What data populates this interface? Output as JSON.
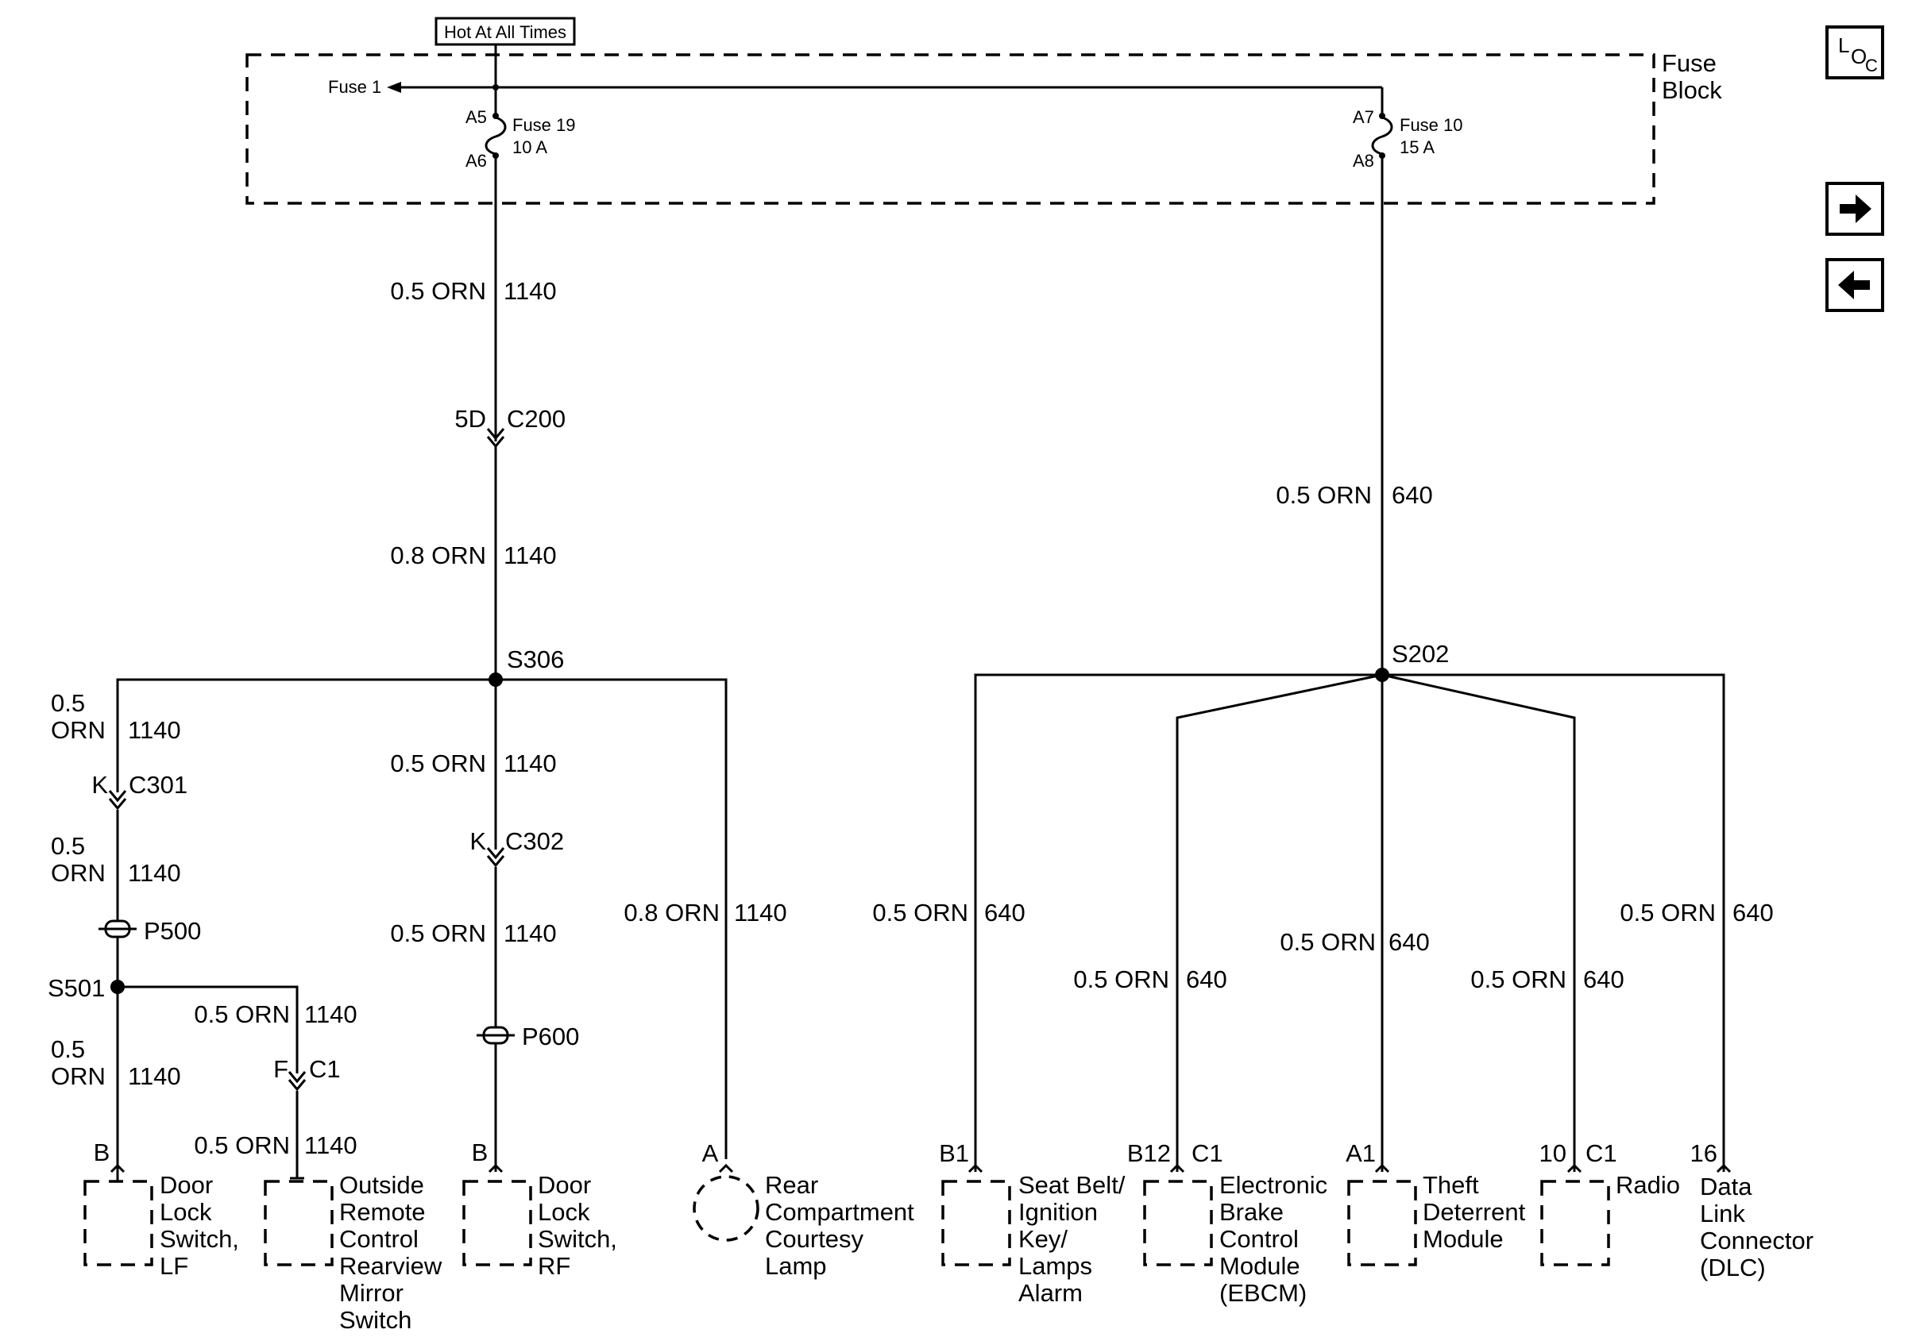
{
  "header": {
    "hot_label": "Hot At All Times"
  },
  "fuse_block": {
    "label_line1": "Fuse",
    "label_line2": "Block",
    "fuse1": "Fuse 1",
    "fuse19": {
      "name": "Fuse 19",
      "rating": "10 A",
      "pin_in": "A5",
      "pin_out": "A6"
    },
    "fuse10": {
      "name": "Fuse 10",
      "rating": "15 A",
      "pin_in": "A7",
      "pin_out": "A8"
    }
  },
  "nav": {
    "loc_l": "L",
    "loc_o": "O",
    "loc_c": "C",
    "forward": "forward-arrow",
    "back": "back-arrow"
  },
  "left": {
    "w1": {
      "gauge": "0.5 ORN",
      "circuit": "1140"
    },
    "c200": {
      "pin": "5D",
      "name": "C200"
    },
    "w2": {
      "gauge": "0.8 ORN",
      "circuit": "1140"
    },
    "s306": "S306",
    "lf": {
      "w1_a": "0.5",
      "w1_b": "ORN",
      "w1_circ": "1140",
      "c301_pin": "K",
      "c301": "C301",
      "w2_a": "0.5",
      "w2_b": "ORN",
      "w2_circ": "1140",
      "p500": "P500",
      "s501": "S501",
      "w3_a": "0.5",
      "w3_b": "ORN",
      "w3_circ": "1140",
      "pin": "B",
      "comp": [
        "Door",
        "Lock",
        "Switch,",
        "LF"
      ]
    },
    "mirror": {
      "w1": "0.5 ORN",
      "w1_circ": "1140",
      "c1_pin": "F",
      "c1": "C1",
      "w2": "0.5 ORN",
      "w2_circ": "1140",
      "comp": [
        "Outside",
        "Remote",
        "Control",
        "Rearview",
        "Mirror",
        "Switch"
      ]
    },
    "rf": {
      "w1": "0.5 ORN",
      "w1_circ": "1140",
      "c302_pin": "K",
      "c302": "C302",
      "w2": "0.5 ORN",
      "w2_circ": "1140",
      "p600": "P600",
      "pin": "B",
      "comp": [
        "Door",
        "Lock",
        "Switch,",
        "RF"
      ]
    },
    "lamp": {
      "w": "0.8 ORN",
      "w_circ": "1140",
      "pin": "A",
      "comp": [
        "Rear",
        "Compartment",
        "Courtesy",
        "Lamp"
      ]
    }
  },
  "right": {
    "main": {
      "gauge": "0.5 ORN",
      "circuit": "640"
    },
    "s202": "S202",
    "seat": {
      "w": "0.5 ORN",
      "circ": "640",
      "pin": "B1",
      "comp": [
        "Seat Belt/",
        "Ignition",
        "Key/",
        "Lamps",
        "Alarm"
      ]
    },
    "ebcm": {
      "w": "0.5 ORN",
      "circ": "640",
      "pin": "B12",
      "conn": "C1",
      "comp": [
        "Electronic",
        "Brake",
        "Control",
        "Module",
        "(EBCM)"
      ]
    },
    "theft": {
      "w": "0.5 ORN",
      "circ": "640",
      "pin": "A1",
      "comp": [
        "Theft",
        "Deterrent",
        "Module"
      ]
    },
    "radio": {
      "w": "0.5 ORN",
      "circ": "640",
      "pin": "10",
      "conn": "C1",
      "comp": [
        "Radio"
      ]
    },
    "dlc": {
      "w": "0.5 ORN",
      "circ": "640",
      "pin": "16",
      "comp": [
        "Data",
        "Link",
        "Connector",
        "(DLC)"
      ]
    }
  }
}
